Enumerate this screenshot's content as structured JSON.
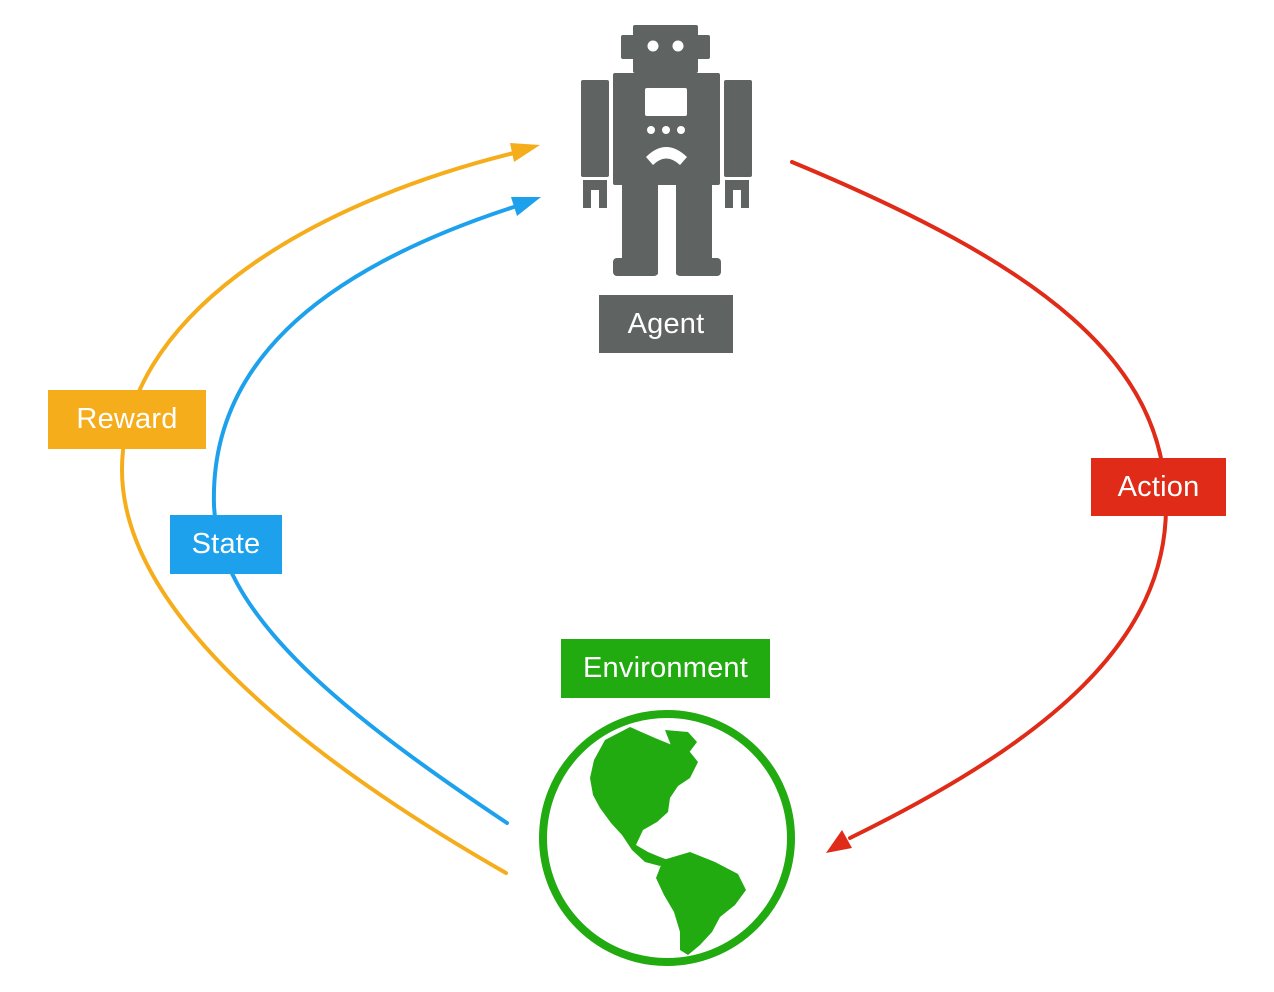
{
  "colors": {
    "agent": "#5f6462",
    "reward": "#f5ad1c",
    "state": "#1ea1ed",
    "action": "#df2b17",
    "environment": "#21ab10",
    "background": "#ffffff"
  },
  "nodes": {
    "agent": {
      "label": "Agent",
      "icon": "robot-icon"
    },
    "environment": {
      "label": "Environment",
      "icon": "globe-icon"
    }
  },
  "edges": {
    "reward": {
      "label": "Reward",
      "from": "environment",
      "to": "agent"
    },
    "state": {
      "label": "State",
      "from": "environment",
      "to": "agent"
    },
    "action": {
      "label": "Action",
      "from": "agent",
      "to": "environment"
    }
  }
}
